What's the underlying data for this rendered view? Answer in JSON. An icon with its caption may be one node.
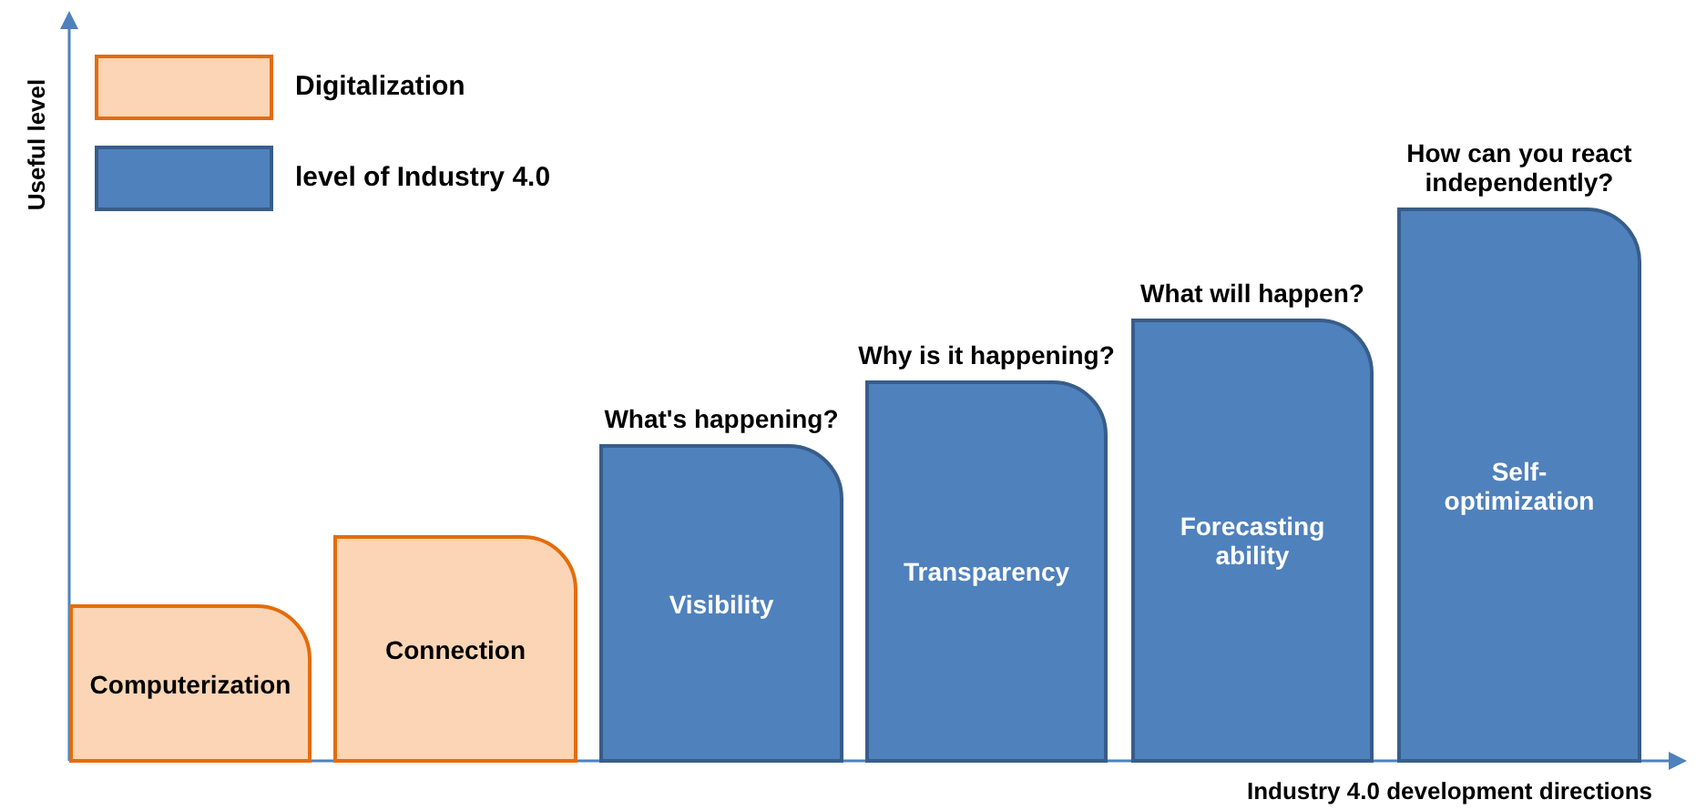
{
  "diagram": {
    "nodes": [
      {
        "text": [
          "Computerization"
        ]
      },
      {
        "text": [
          "Connection"
        ]
      },
      {
        "text": [
          "Visibility"
        ],
        "beside": [
          "What's happening?"
        ]
      },
      {
        "text": [
          "Transparency"
        ],
        "beside": [
          "Why is it happening?"
        ]
      },
      {
        "text": [
          "Forecasting ability"
        ],
        "beside": [
          "What will happen?"
        ]
      },
      {
        "text": [
          "Self-optimization"
        ],
        "beside": [
          "How can you react independently?"
        ]
      }
    ],
    "labels": [
      "Useful level",
      "Industry 4.0 development directions"
    ],
    "legend": [
      {
        "text": "Digitalization",
        "color": "#fbd5b5"
      },
      {
        "text": "level of Industry 4.0",
        "color": "#4f81bd"
      }
    ]
  }
}
